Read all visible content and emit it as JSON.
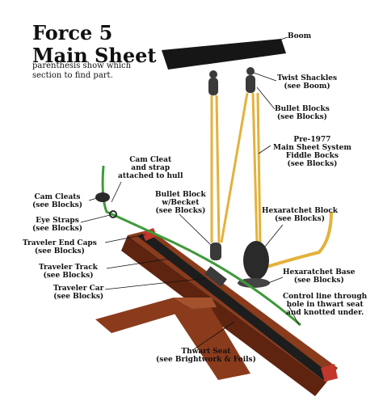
{
  "header": {
    "title_line1": "Force 5",
    "title_line2": "Main Sheet",
    "subtitle_line1": "parenthesis show which",
    "subtitle_line2": "section to find part."
  },
  "labels": {
    "boom": {
      "l1": "Boom"
    },
    "twist_shackles": {
      "l1": "Twist Shackles",
      "l2": "(see Boom)"
    },
    "bullet_blocks": {
      "l1": "Bullet Blocks",
      "l2": "(see Blocks)"
    },
    "pre1977": {
      "l1": "Pre-1977",
      "l2": "Main Sheet System",
      "l3": "Fiddle Bocks",
      "l4": "(see Blocks)"
    },
    "cam_cleat_strap": {
      "l1": "Cam Cleat",
      "l2": "and strap",
      "l3": "attached to hull"
    },
    "cam_cleats": {
      "l1": "Cam Cleats",
      "l2": "(see Blocks)"
    },
    "bullet_block_becket": {
      "l1": "Bullet Block",
      "l2": "w/Becket",
      "l3": "(see Blocks)"
    },
    "hexaratchet_block": {
      "l1": "Hexaratchet Block",
      "l2": "(see Blocks)"
    },
    "eye_straps": {
      "l1": "Eye Straps",
      "l2": "(see Blocks)"
    },
    "traveler_end_caps": {
      "l1": "Traveler End Caps",
      "l2": "(see Blocks)"
    },
    "traveler_track": {
      "l1": "Traveler Track",
      "l2": "(see Blocks)"
    },
    "traveler_car": {
      "l1": "Traveler Car",
      "l2": "(see Blocks)"
    },
    "hexaratchet_base": {
      "l1": "Hexaratchet Base",
      "l2": "(see Blocks)"
    },
    "control_line": {
      "l1": "Control line through",
      "l2": "hole in thwart seat",
      "l3": "and knotted under."
    },
    "thwart_seat": {
      "l1": "Thwart Seat",
      "l2": "(see Brightwork & Foils)"
    }
  },
  "colors": {
    "boom": "#161616",
    "seat": "#8a3b1c",
    "seat_dark": "#5e2410",
    "seat_light": "#a4522e",
    "track": "#1d1d1d",
    "rope_yellow": "#e3b23c",
    "rope_green": "#3f9a3a",
    "end_cap": "#c2362b",
    "hardware": "#3a3a3a"
  }
}
